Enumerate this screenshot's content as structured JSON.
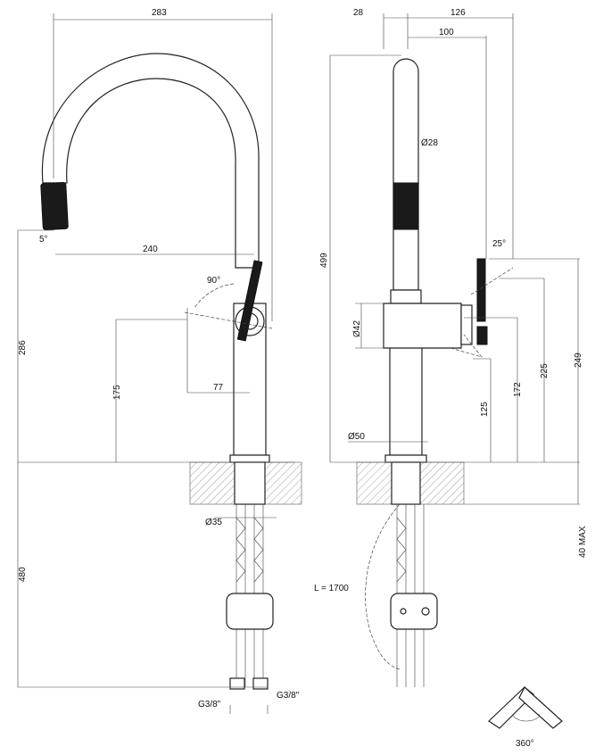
{
  "dimensions": {
    "overall_width": "283",
    "offset_28": "28",
    "reach_126": "126",
    "reach_100": "100",
    "spout_diameter": "Ø28",
    "spout_angle": "5°",
    "spout_reach": "240",
    "handle_rotation_side": "90°",
    "handle_rotation_front": "25°",
    "total_height": "499",
    "body_cross_diameter": "Ø42",
    "spout_height": "286",
    "lever_height_side": "175",
    "lever_offset": "77",
    "lever_height_225": "225",
    "lever_height_249": "249",
    "lever_height_172": "172",
    "lever_height_125": "125",
    "base_diameter": "Ø50",
    "shank_diameter": "Ø35",
    "hose_length_below": "480",
    "counter_thickness": "40 MAX",
    "pull_out_hose": "L = 1700",
    "connection_left": "G3/8\"",
    "connection_right": "G3/8\"",
    "swivel": "360°"
  }
}
